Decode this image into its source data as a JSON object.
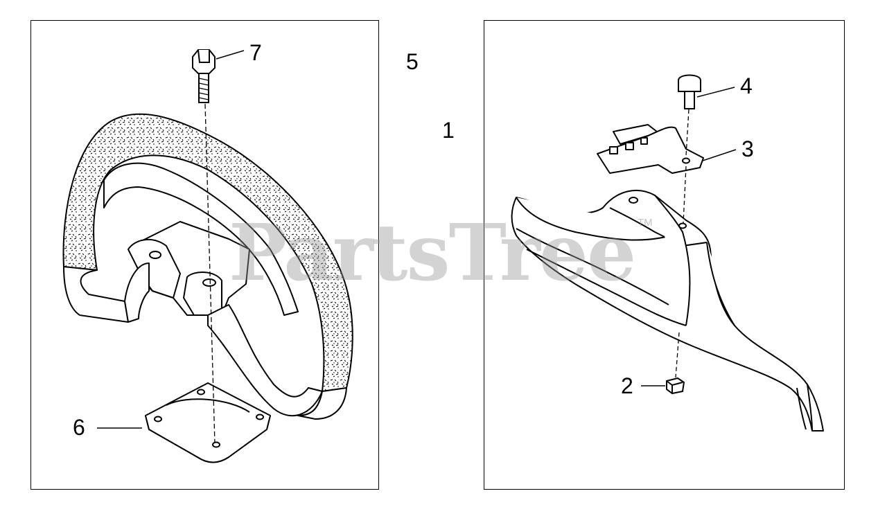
{
  "diagram": {
    "callouts": {
      "part_1": "1",
      "part_2": "2",
      "part_3": "3",
      "part_4": "4",
      "part_5": "5",
      "part_6": "6",
      "part_7": "7"
    },
    "watermark": "PartsTree",
    "watermark_tm": "TM"
  }
}
